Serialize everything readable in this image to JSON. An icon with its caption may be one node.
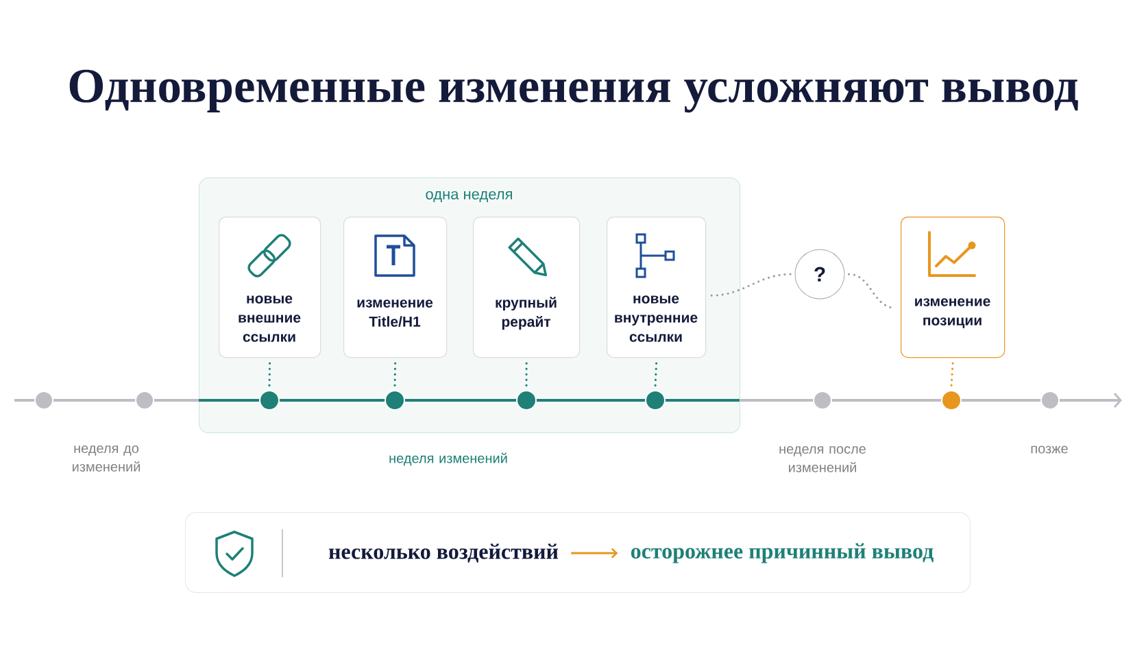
{
  "diagram": {
    "title": "Одновременные изменения усложняют вывод",
    "nodes": [
      {
        "text": [
          "одна неделя"
        ]
      },
      {
        "text": [
          "новые внешние ссылки"
        ],
        "in": 0
      },
      {
        "text": [
          "изменение Title/H1"
        ],
        "in": 0
      },
      {
        "text": [
          "крупный рерайт"
        ],
        "in": 0
      },
      {
        "text": [
          "новые внутренние ссылки"
        ],
        "in": 0
      },
      {
        "text": [
          "?"
        ]
      },
      {
        "text": [
          "изменение позиции"
        ]
      },
      {
        "text": [],
        "shape": "circle"
      },
      {
        "text": [],
        "shape": "circle"
      },
      {
        "text": [],
        "shape": "circle",
        "in": 0
      },
      {
        "text": [],
        "shape": "circle",
        "in": 0
      },
      {
        "text": [],
        "shape": "circle",
        "in": 0
      },
      {
        "text": [],
        "shape": "circle",
        "in": 0
      },
      {
        "text": [],
        "shape": "circle"
      },
      {
        "text": [],
        "shape": "circle"
      },
      {
        "text": [],
        "shape": "circle"
      },
      {
        "text": [],
        "shape": "box"
      },
      {
        "text": [
          "несколько воздействий"
        ],
        "in": 16
      },
      {
        "text": [
          "осторожнее причинный вывод"
        ],
        "in": 16
      }
    ],
    "edges": [
      {
        "from": 1,
        "to": 9,
        "arrow": "none",
        "style": "dashed"
      },
      {
        "from": 2,
        "to": 10,
        "arrow": "none",
        "style": "dashed"
      },
      {
        "from": 3,
        "to": 11,
        "arrow": "none",
        "style": "dashed"
      },
      {
        "from": 4,
        "to": 12,
        "arrow": "none",
        "style": "dashed"
      },
      {
        "from": 4,
        "to": 5,
        "arrow": "none",
        "style": "dashed",
        "color": "#9a9ca3"
      },
      {
        "from": 5,
        "to": 6,
        "arrow": "none",
        "style": "dashed",
        "color": "#9a9ca3"
      },
      {
        "from": 6,
        "to": 14,
        "arrow": "none",
        "style": "dashed",
        "color": "#e8961e"
      },
      {
        "from": 17,
        "to": 18,
        "arrow": "to",
        "color": "#e8961e"
      }
    ],
    "labels": [
      "неделя до изменений",
      "неделя изменений",
      "неделя после изменений",
      "позже"
    ]
  }
}
